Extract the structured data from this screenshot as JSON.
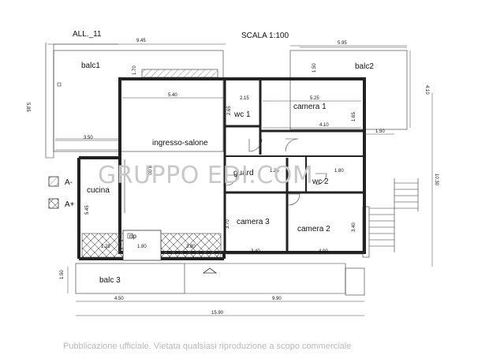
{
  "header": {
    "sheet_label": "ALL._11",
    "scale_label": "SCALA 1:100"
  },
  "rooms": {
    "balc1": "balc1",
    "balc2": "balc2",
    "balc3": "balc 3",
    "ingresso": "ingresso-salone",
    "wc1": "wc 1",
    "wc2": "wc 2",
    "camera1": "camera 1",
    "camera2": "camera 2",
    "camera3": "camera 3",
    "guard": "guard",
    "cucina": "cucina",
    "rip": "rip"
  },
  "legend": {
    "a_minus": "A-",
    "a_plus": "A+"
  },
  "dimensions": {
    "top_945": "9.45",
    "top_595": "5.95",
    "left_585": "5.85",
    "right_410": "4.10",
    "right_1030": "10.30",
    "balc1_170": "1.70",
    "balc2_150": "1.50",
    "salone_540": "5.40",
    "wc1_215": "2.15",
    "wc1_265": "2.65",
    "cam1_525": "5.25",
    "cam1_410": "4.10",
    "cam1_165": "1.65",
    "balc2_150b": "1.50",
    "salone_800": "8.00",
    "cucina_350": "3.50",
    "cucina_545": "5.45",
    "guard_125": "1.25",
    "wc2_180": "1.80",
    "cam3_370": "3.70",
    "cam2_340": "3.40",
    "bottom_128": "1.28",
    "bottom_180": "1.80",
    "bottom_380": "3.80",
    "bottom_340": "3.40",
    "bottom_400": "4.00",
    "balc3_150": "1.50",
    "bot_450": "4.50",
    "bot_990": "9.90",
    "bot_1590": "15.90"
  },
  "watermark": "GRUPPO EDI.COM",
  "footer": "Pubblicazione ufficiale. Vietata qualsiasi riproduzione a scopo commerciale"
}
